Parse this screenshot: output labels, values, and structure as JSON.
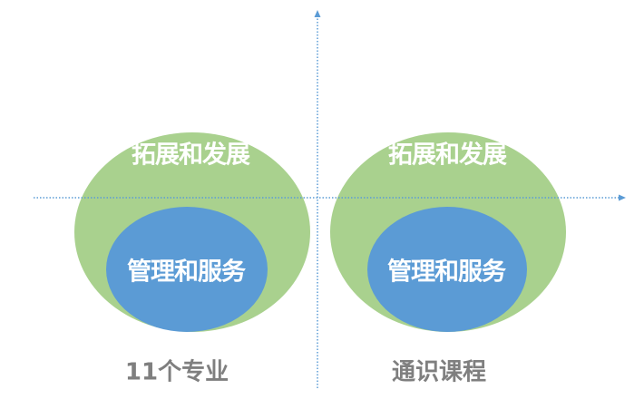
{
  "colors": {
    "outer": "#a9d18e",
    "inner": "#5b9bd5",
    "axis": "#5b9bd5",
    "caption": "#7f7f7f"
  },
  "left": {
    "outer_label": "拓展和发展",
    "inner_label": "管理和服务",
    "caption": "11个专业"
  },
  "right": {
    "outer_label": "拓展和发展",
    "inner_label": "管理和服务",
    "caption": "通识课程"
  }
}
